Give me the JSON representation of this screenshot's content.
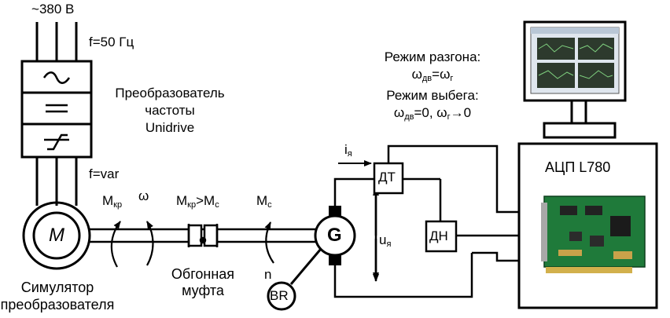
{
  "supply": {
    "voltage": "380 В",
    "voltage_prefix": "~",
    "frequency": "f=50 Гц",
    "var_frequency": "f=var"
  },
  "converter": {
    "line1": "Преобразователь",
    "line2": "частоты",
    "line3": "Unidrive"
  },
  "motor": {
    "symbol": "M",
    "caption_line1": "Симулятор",
    "caption_line2": "преобразователя"
  },
  "torques": {
    "m_kr": "M",
    "m_kr_sub": "кр",
    "omega": "ω",
    "relation_a": "M",
    "relation_a_sub": "кр",
    "relation_op": ">M",
    "relation_b_sub": "с",
    "m_c": "M",
    "m_c_sub": "с",
    "n": "n"
  },
  "clutch": {
    "line1": "Обгонная",
    "line2": "муфта"
  },
  "generator": {
    "symbol": "G",
    "br": "BR"
  },
  "sensors": {
    "current_sensor": "ДТ",
    "voltage_sensor": "ДН",
    "current_label": "i",
    "current_sub": "я",
    "voltage_label": "u",
    "voltage_sub": "я"
  },
  "modes": {
    "accel_title": "Режим разгона:",
    "accel_w1": "ω",
    "accel_w1_sub": "дв",
    "accel_eq": "=ω",
    "accel_w2_sub": "г",
    "coast_title": "Режим выбега:",
    "coast_w1": "ω",
    "coast_w1_sub": "дв",
    "coast_eq": "=0, ω",
    "coast_w2_sub": "г",
    "coast_arrow": "→0"
  },
  "adc": {
    "label": "АЦП L780"
  },
  "colors": {
    "line": "#000000",
    "board_green": "#1f7a3a",
    "screen_bg": "#dfe6ee"
  }
}
